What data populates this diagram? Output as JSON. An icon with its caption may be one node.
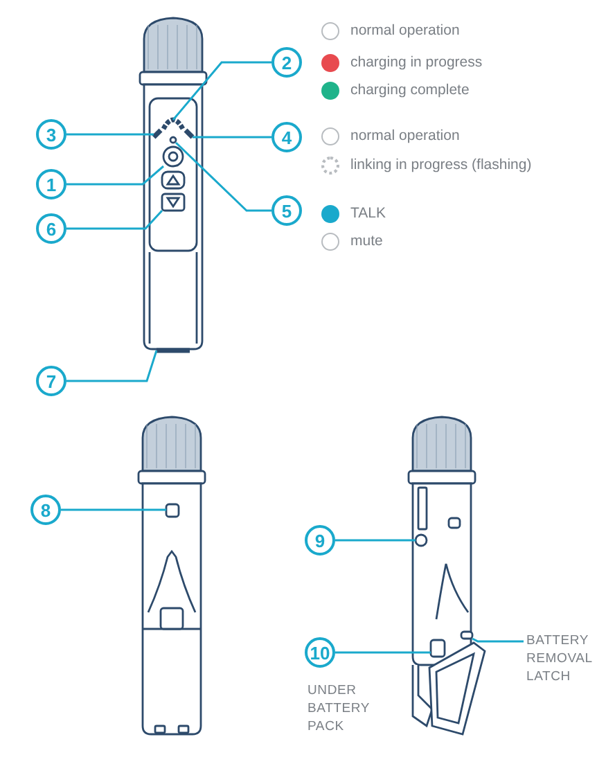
{
  "diagram": {
    "nodes": [
      {
        "text": [
          "2"
        ]
      },
      {
        "text": [
          "3"
        ]
      },
      {
        "text": [
          "4"
        ]
      },
      {
        "text": [
          "1"
        ]
      },
      {
        "text": [
          "5"
        ]
      },
      {
        "text": [
          "6"
        ]
      },
      {
        "text": [
          "7"
        ]
      },
      {
        "text": [
          "8"
        ]
      },
      {
        "text": [
          "9"
        ]
      },
      {
        "text": [
          "BATTERY REMOVAL LATCH"
        ]
      },
      {
        "text": [
          "10"
        ],
        "beside": [
          "UNDER BATTERY PACK"
        ]
      },
      {
        "text": [],
        "shape": "arc"
      },
      {
        "text": [],
        "shape": "bar"
      },
      {
        "text": [],
        "shape": "bar"
      },
      {
        "text": [],
        "shape": "circle"
      },
      {
        "text": [],
        "shape": "circle"
      },
      {
        "text": [],
        "shape": "box"
      },
      {
        "text": [],
        "shape": "bar"
      },
      {
        "text": [],
        "shape": "box"
      },
      {
        "text": [],
        "shape": "circle"
      },
      {
        "text": [],
        "shape": "box"
      },
      {
        "text": [],
        "shape": "box"
      }
    ],
    "edges": [
      {
        "from": 0,
        "to": 11,
        "arrow": "none"
      },
      {
        "from": 1,
        "to": 12,
        "arrow": "none"
      },
      {
        "from": 2,
        "to": 13,
        "arrow": "none"
      },
      {
        "from": 3,
        "to": 14,
        "arrow": "none"
      },
      {
        "from": 4,
        "to": 15,
        "arrow": "none"
      },
      {
        "from": 5,
        "to": 16,
        "arrow": "none"
      },
      {
        "from": 6,
        "to": 17,
        "arrow": "none"
      },
      {
        "from": 7,
        "to": 18,
        "arrow": "none"
      },
      {
        "from": 8,
        "to": 19,
        "arrow": "none"
      },
      {
        "from": 9,
        "to": 20,
        "arrow": "none"
      },
      {
        "from": 10,
        "to": 21,
        "arrow": "none"
      }
    ],
    "legend": [
      {
        "text": "normal operation",
        "color": "#ffffff"
      },
      {
        "text": "charging in progress",
        "color": "#e84a4f"
      },
      {
        "text": "charging complete",
        "color": "#1fb38a"
      },
      {
        "text": "normal operation",
        "color": "#ffffff"
      },
      {
        "text": "linking in progress (flashing)"
      },
      {
        "text": "TALK",
        "color": "#1aa9cc"
      },
      {
        "text": "mute",
        "color": "#ffffff"
      }
    ]
  }
}
